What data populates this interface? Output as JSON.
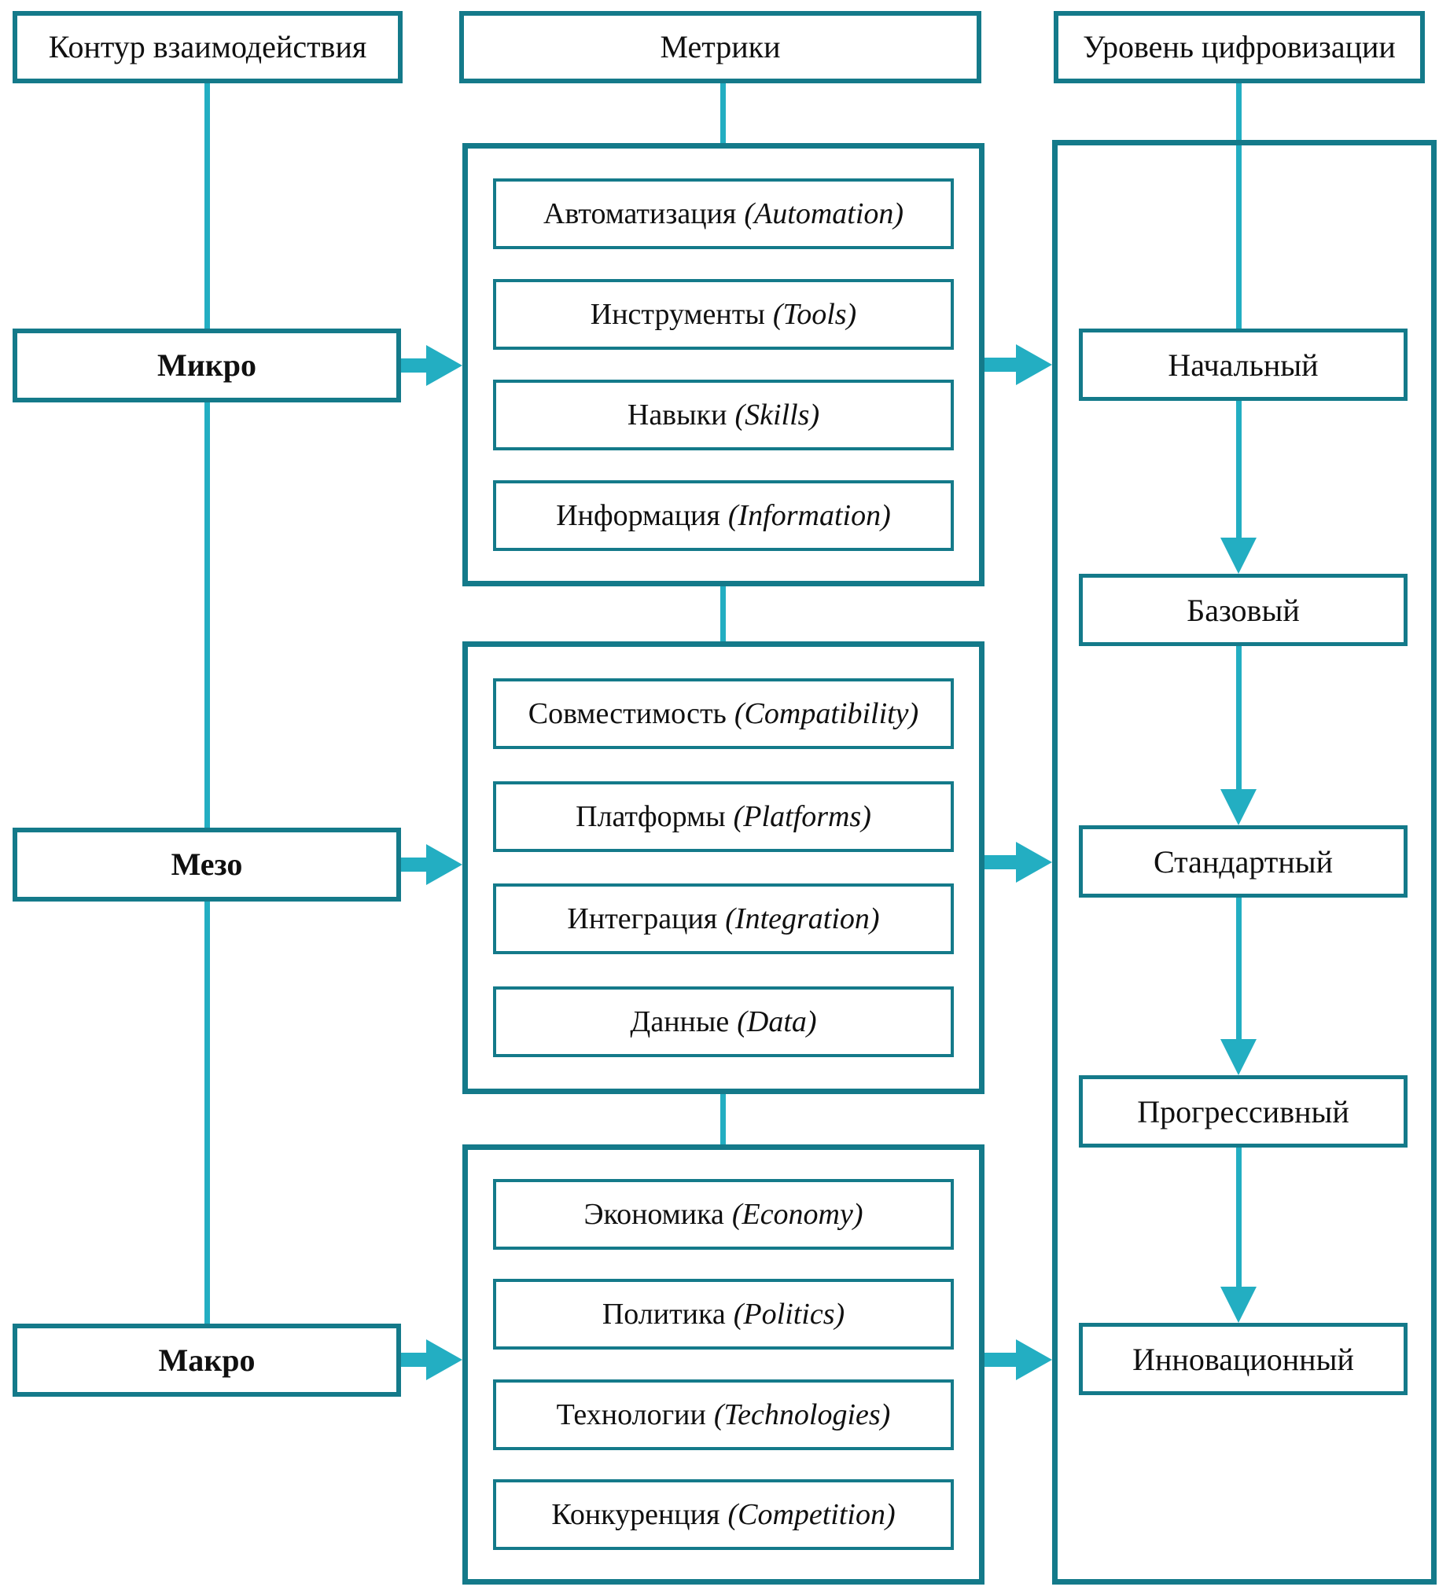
{
  "colors": {
    "box_border": "#147A8A",
    "connector_accent": "#23AEC2",
    "text": "#101010",
    "background": "#FFFFFF"
  },
  "columns": {
    "interaction": {
      "header": "Контур взаимодействия",
      "levels": [
        {
          "label": "Микро"
        },
        {
          "label": "Мезо"
        },
        {
          "label": "Макро"
        }
      ]
    },
    "metrics": {
      "header": "Метрики",
      "groups": [
        {
          "items": [
            {
              "ru": "Автоматизация",
              "en": "(Automation)"
            },
            {
              "ru": "Инструменты",
              "en": "(Tools)"
            },
            {
              "ru": "Навыки",
              "en": "(Skills)"
            },
            {
              "ru": "Информация",
              "en": "(Information)"
            }
          ]
        },
        {
          "items": [
            {
              "ru": "Совместимость",
              "en": "(Compatibility)"
            },
            {
              "ru": "Платформы",
              "en": "(Platforms)"
            },
            {
              "ru": "Интеграция",
              "en": "(Integration)"
            },
            {
              "ru": "Данные",
              "en": "(Data)"
            }
          ]
        },
        {
          "items": [
            {
              "ru": "Экономика",
              "en": "(Economy)"
            },
            {
              "ru": "Политика",
              "en": "(Politics)"
            },
            {
              "ru": "Технологии",
              "en": "(Technologies)"
            },
            {
              "ru": "Конкуренция",
              "en": "(Competition)"
            }
          ]
        }
      ]
    },
    "digitalization": {
      "header": "Уровень цифровизации",
      "levels": [
        {
          "label": "Начальный"
        },
        {
          "label": "Базовый"
        },
        {
          "label": "Стандартный"
        },
        {
          "label": "Прогрессивный"
        },
        {
          "label": "Инновационный"
        }
      ]
    }
  }
}
